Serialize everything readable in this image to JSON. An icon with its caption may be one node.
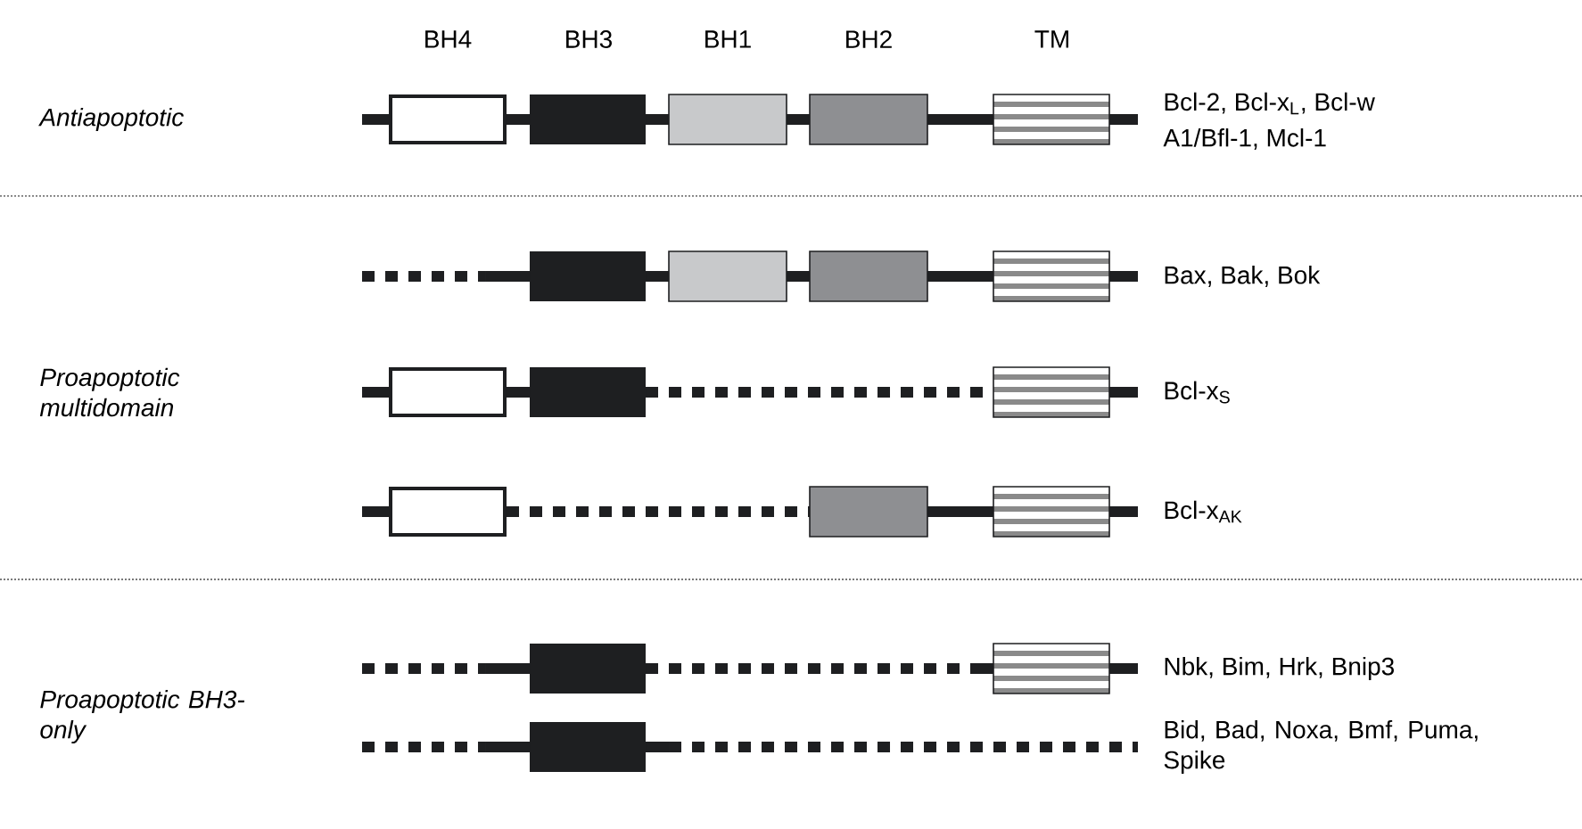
{
  "diagram": {
    "labels": [
      "BH4",
      "BH3",
      "BH1",
      "BH2",
      "TM",
      "Antiapoptotic",
      "Bcl-2, Bcl-x$_{L}$, Bcl-w",
      "A1/Bfl-1, Mcl-1",
      "Bax, Bak, Bok",
      "Proapoptotic multidomain",
      "Bcl-x$_{S}$",
      "Bcl-x$_{AK}$",
      "Proapoptotic BH3-only",
      "Nbk, Bim, Hrk, Bnip3",
      "Bid, Bad, Noxa, Bmf, Puma, Spike"
    ]
  }
}
